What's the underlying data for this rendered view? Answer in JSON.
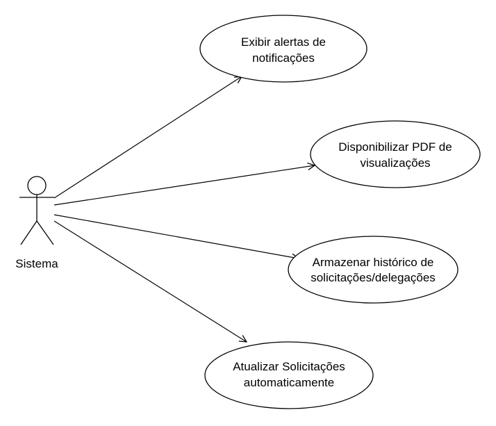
{
  "actor": {
    "label": "Sistema"
  },
  "use_cases": [
    {
      "id": "uc1",
      "line1": "Exibir alertas de",
      "line2": "notificações"
    },
    {
      "id": "uc2",
      "line1": "Disponibilizar PDF de",
      "line2": "visualizações"
    },
    {
      "id": "uc3",
      "line1": "Armazenar histórico de",
      "line2": "solicitações/delegações"
    },
    {
      "id": "uc4",
      "line1": "Atualizar Solicitações",
      "line2": "automaticamente"
    }
  ],
  "colors": {
    "stroke": "#000000",
    "background": "#ffffff",
    "text": "#000000"
  }
}
